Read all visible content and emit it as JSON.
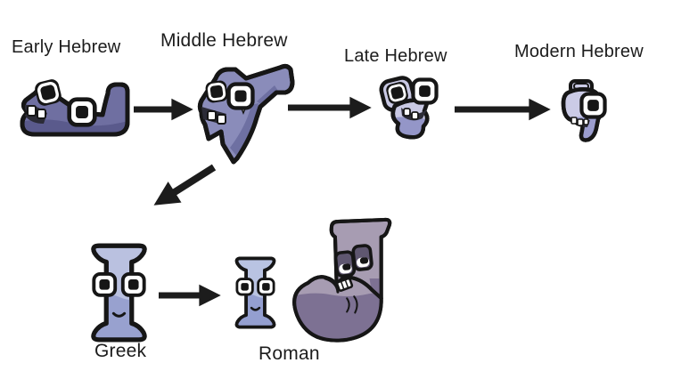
{
  "stages": {
    "early": {
      "label": "Early Hebrew"
    },
    "middle": {
      "label": "Middle Hebrew"
    },
    "late": {
      "label": "Late Hebrew"
    },
    "modern": {
      "label": "Modern Hebrew"
    },
    "greek": {
      "label": "Greek"
    },
    "roman": {
      "label": "Roman"
    }
  },
  "colors": {
    "background": "#ffffff",
    "outline": "#161616",
    "arrow": "#1c1c1c",
    "label_text": "#1c1c1c",
    "mouth_dark": "#2b2b36",
    "teeth_white": "#fefefe",
    "early_body": "#6f6fa1",
    "early_shade": "#5a5a8c",
    "middle_body": "#8a8cba",
    "middle_shade": "#6e70a2",
    "late_body": "#c9c9e4",
    "late_shade": "#9496c8",
    "modern_body": "#cbcbe6",
    "modern_shade": "#9b9dce",
    "greek_body": "#bac1e0",
    "greek_shade": "#98a1cf",
    "roman_i_body": "#b9c3e2",
    "roman_i_shade": "#949fd0",
    "roman_j_body": "#a79cb2",
    "roman_j_shade": "#7d7193",
    "roman_j_eyelid": "#5f5770"
  }
}
